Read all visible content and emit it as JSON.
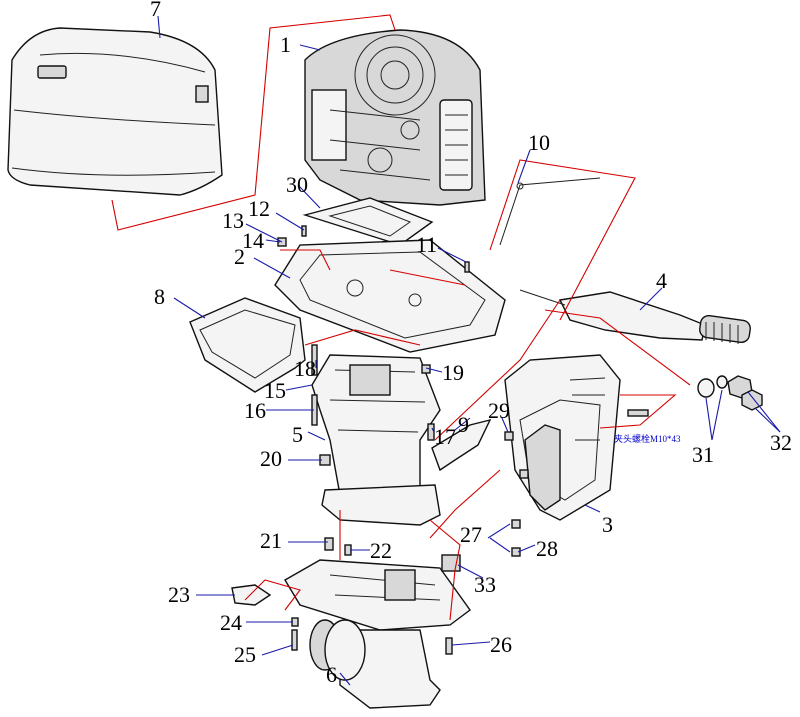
{
  "callouts": [
    {
      "id": "c1",
      "label": "1"
    },
    {
      "id": "c2",
      "label": "2"
    },
    {
      "id": "c3",
      "label": "3"
    },
    {
      "id": "c4",
      "label": "4"
    },
    {
      "id": "c5",
      "label": "5"
    },
    {
      "id": "c6",
      "label": "6"
    },
    {
      "id": "c7",
      "label": "7"
    },
    {
      "id": "c8",
      "label": "8"
    },
    {
      "id": "c9",
      "label": "9"
    },
    {
      "id": "c10",
      "label": "10"
    },
    {
      "id": "c11",
      "label": "11"
    },
    {
      "id": "c12",
      "label": "12"
    },
    {
      "id": "c13",
      "label": "13"
    },
    {
      "id": "c14",
      "label": "14"
    },
    {
      "id": "c15",
      "label": "15"
    },
    {
      "id": "c16",
      "label": "16"
    },
    {
      "id": "c17",
      "label": "17"
    },
    {
      "id": "c18",
      "label": "18"
    },
    {
      "id": "c19",
      "label": "19"
    },
    {
      "id": "c20",
      "label": "20"
    },
    {
      "id": "c21",
      "label": "21"
    },
    {
      "id": "c22",
      "label": "22"
    },
    {
      "id": "c23",
      "label": "23"
    },
    {
      "id": "c24",
      "label": "24"
    },
    {
      "id": "c25",
      "label": "25"
    },
    {
      "id": "c26",
      "label": "26"
    },
    {
      "id": "c27",
      "label": "27"
    },
    {
      "id": "c28",
      "label": "28"
    },
    {
      "id": "c29",
      "label": "29"
    },
    {
      "id": "c30",
      "label": "30"
    },
    {
      "id": "c31",
      "label": "31"
    },
    {
      "id": "c32",
      "label": "32"
    },
    {
      "id": "c33",
      "label": "33"
    }
  ],
  "annotation": "夹头螺栓M10*43",
  "colors": {
    "assembly_lines": "#d40000",
    "leaders": "#1a1aa8",
    "ink": "#111111"
  }
}
